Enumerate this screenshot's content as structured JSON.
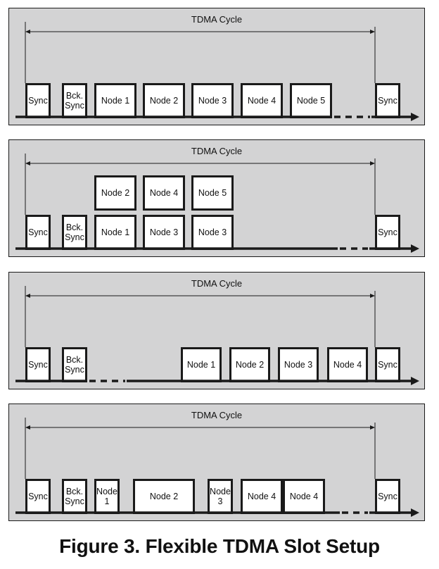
{
  "figure": {
    "caption": "Figure 3. Flexible TDMA Slot Setup",
    "colors": {
      "panel_background": "#d3d3d4",
      "slot_fill": "#ffffff",
      "stroke": "#1a1a1a"
    },
    "panels": [
      {
        "name": "sequential-slots",
        "cycle_label": "TDMA Cycle",
        "rows": [
          [
            {
              "label": [
                "Sync"
              ]
            },
            {
              "label": [
                "Bck.",
                "Sync"
              ]
            },
            {
              "label": [
                "Node 1"
              ]
            },
            {
              "label": [
                "Node 2"
              ]
            },
            {
              "label": [
                "Node 3"
              ]
            },
            {
              "label": [
                "Node 4"
              ]
            },
            {
              "label": [
                "Node 5"
              ]
            },
            {
              "label": [
                "Sync"
              ],
              "next_cycle": true
            }
          ]
        ],
        "gap_after": "Node 5"
      },
      {
        "name": "parallel-slots",
        "cycle_label": "TDMA Cycle",
        "rows": [
          [
            {
              "label": [
                "Sync"
              ]
            },
            {
              "label": [
                "Bck.",
                "Sync"
              ]
            },
            {
              "label": [
                "Node 1"
              ]
            },
            {
              "label": [
                "Node 3"
              ]
            },
            {
              "label": [
                "Node 3"
              ]
            },
            {
              "label": [
                "Sync"
              ],
              "next_cycle": true
            }
          ],
          [
            {
              "label": [
                "Node 2"
              ]
            },
            {
              "label": [
                "Node 4"
              ]
            },
            {
              "label": [
                "Node 5"
              ]
            }
          ]
        ],
        "gap_after": "Node 3"
      },
      {
        "name": "delayed-slots",
        "cycle_label": "TDMA Cycle",
        "rows": [
          [
            {
              "label": [
                "Sync"
              ]
            },
            {
              "label": [
                "Bck.",
                "Sync"
              ]
            },
            {
              "label": [
                "Node 1"
              ]
            },
            {
              "label": [
                "Node 2"
              ]
            },
            {
              "label": [
                "Node 3"
              ]
            },
            {
              "label": [
                "Node 4"
              ]
            },
            {
              "label": [
                "Sync"
              ],
              "next_cycle": true
            }
          ]
        ],
        "gap_after": "Bck. Sync"
      },
      {
        "name": "variable-length-slots",
        "cycle_label": "TDMA Cycle",
        "rows": [
          [
            {
              "label": [
                "Sync"
              ]
            },
            {
              "label": [
                "Bck.",
                "Sync"
              ]
            },
            {
              "label": [
                "Node",
                "1"
              ]
            },
            {
              "label": [
                "Node 2"
              ]
            },
            {
              "label": [
                "Node",
                "3"
              ]
            },
            {
              "label": [
                "Node 4"
              ]
            },
            {
              "label": [
                "Node 4"
              ]
            },
            {
              "label": [
                "Sync"
              ],
              "next_cycle": true
            }
          ]
        ],
        "gap_after": "Node 4"
      }
    ]
  }
}
